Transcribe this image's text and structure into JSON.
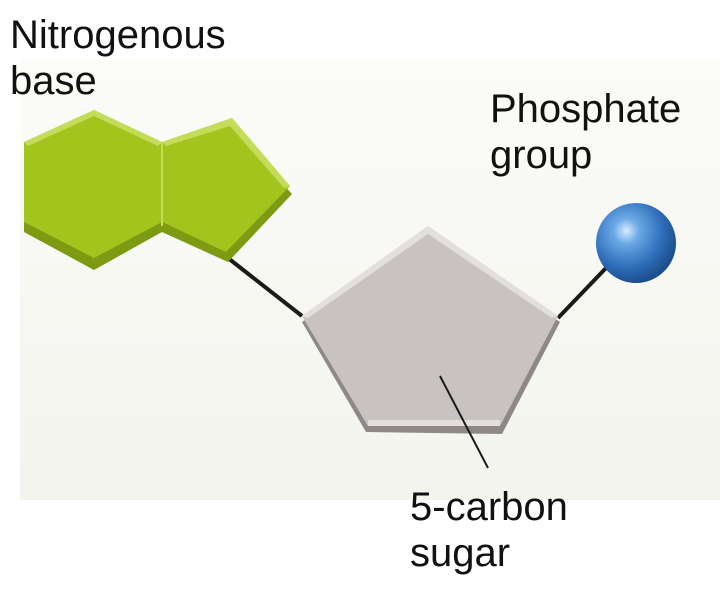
{
  "labels": {
    "nitrogenous_base": [
      "Nitrogenous",
      "base"
    ],
    "phosphate_group": [
      "Phosphate",
      "group"
    ],
    "five_carbon_sugar": [
      "5-carbon",
      "sugar"
    ]
  },
  "colors": {
    "background_panel": "#f8f8f3",
    "base_green": "#a2c41c",
    "base_green_dark": "#7c9a12",
    "base_green_light": "#c4dc5a",
    "sugar_gray": "#c8c2c2",
    "sugar_gray_dark": "#8e8888",
    "sugar_gray_light": "#e4dfdf",
    "phosphate_blue": "#3a7cc8",
    "bond_line": "#1a1a1a"
  }
}
